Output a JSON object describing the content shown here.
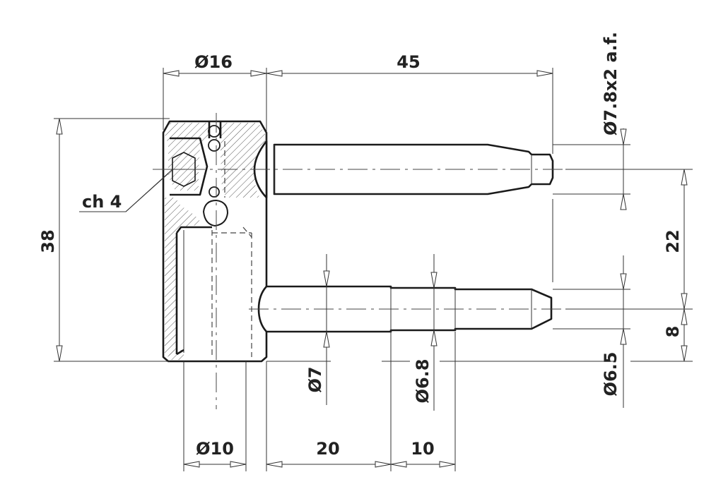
{
  "dimensions": {
    "bore_diameter": "Ø16",
    "pin_length": "45",
    "pin_size": "Ø7.8x2 a.f.",
    "overall_height": "38",
    "socket_key": "ch 4",
    "axis_spacing": "22",
    "lower_offset": "8",
    "pin_diameter_7": "Ø7",
    "pin_diameter_6_8": "Ø6.8",
    "pin_diameter_6_5": "Ø6.5",
    "thread_diameter": "Ø10",
    "length_20": "20",
    "length_10": "10"
  },
  "colors": {
    "line": "#1a1a1a",
    "hatch": "#555555",
    "background": "#ffffff"
  }
}
